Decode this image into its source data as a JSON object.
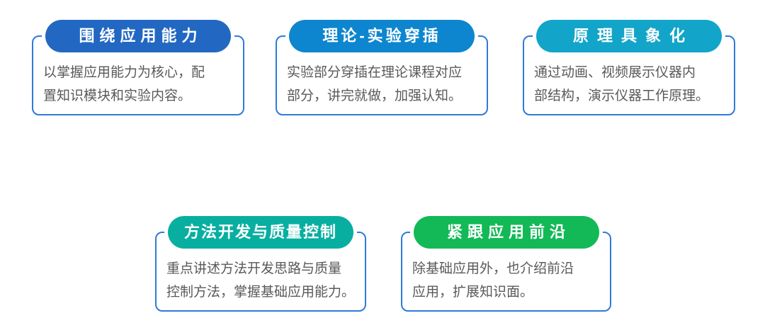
{
  "colors": {
    "card_border": "#2E7BD9",
    "body_text": "#595959",
    "pill_text": "#ffffff"
  },
  "cards": [
    {
      "id": "application-ability",
      "title": "围绕应用能力",
      "body": "以掌握应用能力为核心，配\n置知识模块和实验内容。",
      "pill_color": "#2268C2"
    },
    {
      "id": "theory-experiment-interleaving",
      "title": "理论-实验穿插",
      "body": "实验部分穿插在理论课程对应\n部分，讲完就做，加强认知。",
      "pill_color": "#0D86CF"
    },
    {
      "id": "principle-visualization",
      "title": "原理具象化",
      "body": "通过动画、视频展示仪器内\n部结构，演示仪器工作原理。",
      "pill_color": "#12A5C9"
    },
    {
      "id": "method-development-qc",
      "title": "方法开发与质量控制",
      "body": "重点讲述方法开发思路与质量\n控制方法，掌握基础应用能力。",
      "pill_color": "#08AFA0"
    },
    {
      "id": "frontier-applications",
      "title": "紧跟应用前沿",
      "body": "除基础应用外，也介绍前沿\n应用，扩展知识面。",
      "pill_color": "#12B956"
    }
  ]
}
